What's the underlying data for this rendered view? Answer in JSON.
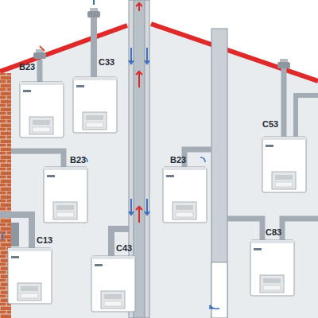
{
  "diagram": {
    "labels": [
      "B23",
      "C33",
      "B23",
      "B23",
      "C13",
      "C43",
      "C53",
      "C83"
    ]
  }
}
